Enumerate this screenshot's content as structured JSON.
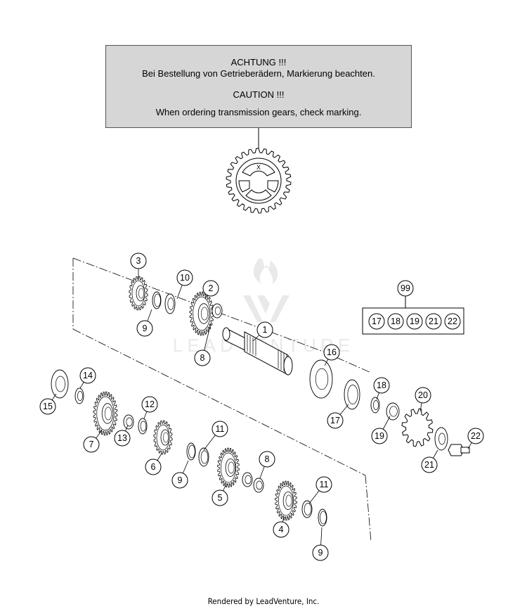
{
  "notice": {
    "line1": "ACHTUNG !!!",
    "line2": "Bei Bestellung von Getrieberädern, Markierung beachten.",
    "line3": "CAUTION !!!",
    "line4": "When ordering transmission gears, check marking."
  },
  "gear_mark_letter": "X",
  "watermark": "LEADVENTURE",
  "kit": {
    "label": "99",
    "items": [
      "17",
      "18",
      "19",
      "21",
      "22"
    ]
  },
  "callouts": [
    "3",
    "10",
    "2",
    "9",
    "1",
    "8",
    "16",
    "14",
    "15",
    "12",
    "7",
    "13",
    "6",
    "11",
    "9",
    "8",
    "5",
    "4",
    "11",
    "9",
    "18",
    "20",
    "17",
    "19",
    "22",
    "21"
  ],
  "footer": "Rendered by LeadVenture, Inc."
}
